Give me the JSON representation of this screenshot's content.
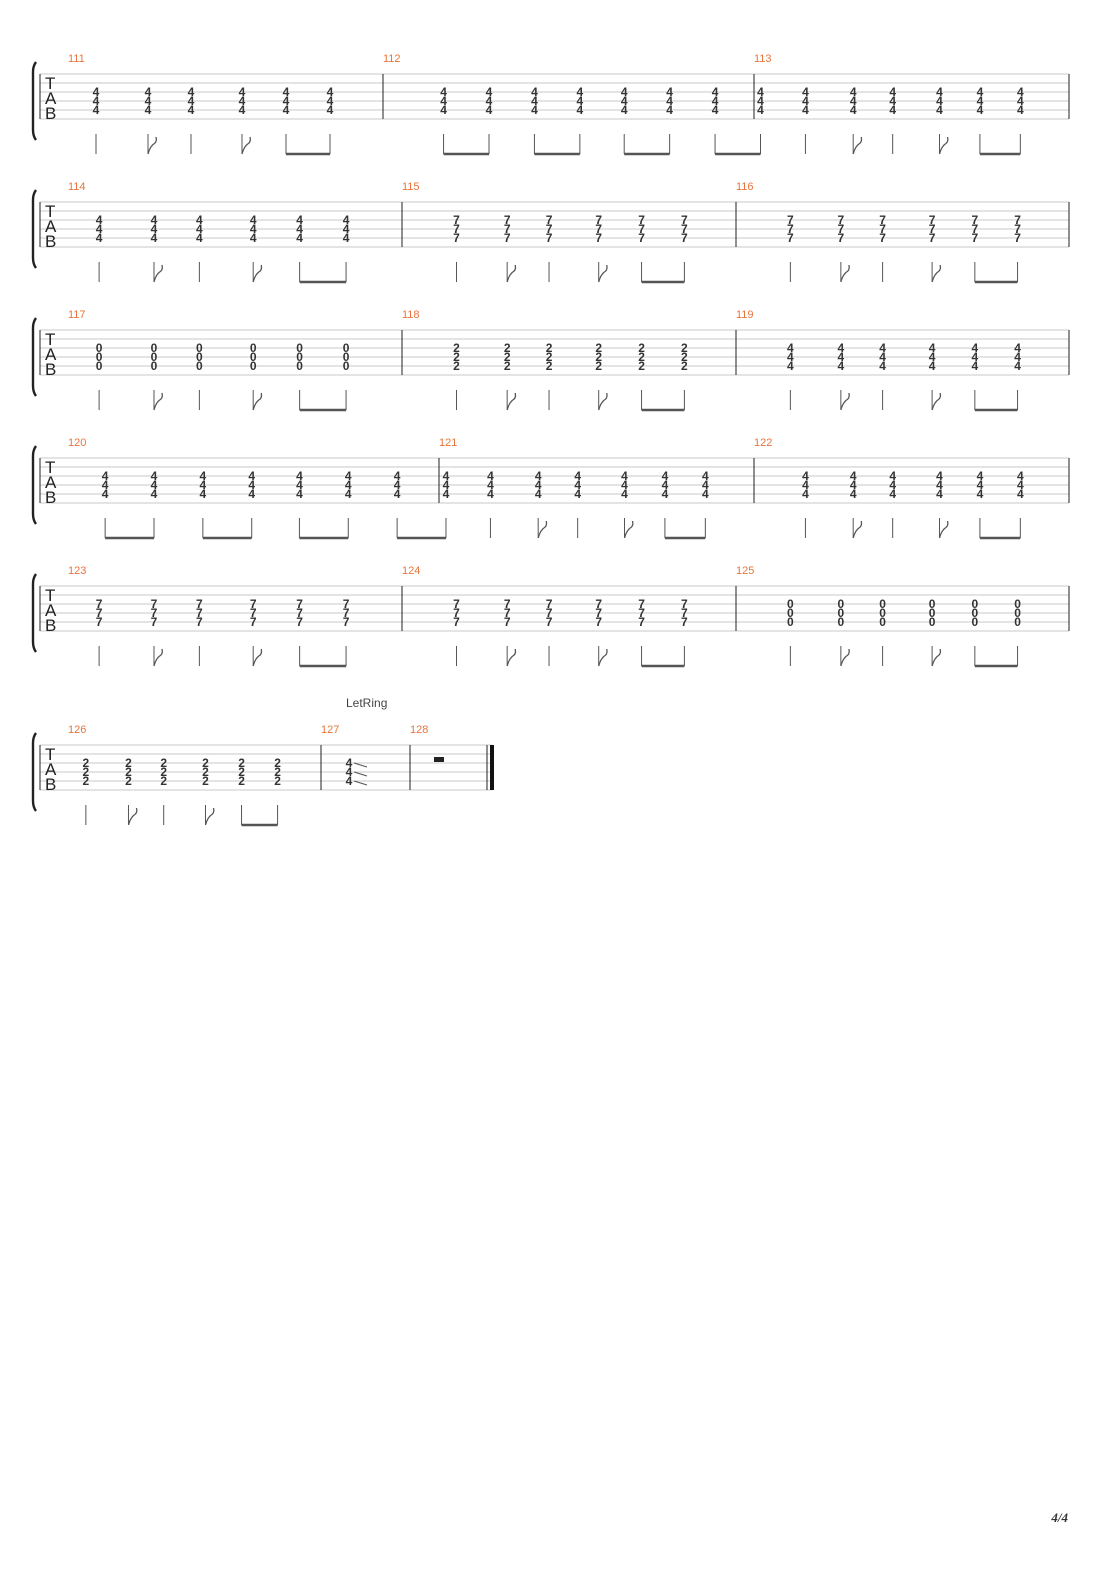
{
  "tab_label": [
    "T",
    "A",
    "B"
  ],
  "page_number": "4/4",
  "systems": [
    {
      "measures": [
        {
          "number": "111",
          "pattern": "A",
          "fret": "4"
        },
        {
          "number": "112",
          "pattern": "B",
          "fret": "4"
        },
        {
          "number": "113",
          "pattern": "A",
          "fret": "4"
        }
      ]
    },
    {
      "measures": [
        {
          "number": "114",
          "pattern": "A",
          "fret": "4"
        },
        {
          "number": "115",
          "pattern": "A",
          "fret": "7"
        },
        {
          "number": "116",
          "pattern": "A",
          "fret": "7"
        }
      ]
    },
    {
      "measures": [
        {
          "number": "117",
          "pattern": "A",
          "fret": "0"
        },
        {
          "number": "118",
          "pattern": "A",
          "fret": "2"
        },
        {
          "number": "119",
          "pattern": "A",
          "fret": "4"
        }
      ]
    },
    {
      "measures": [
        {
          "number": "120",
          "pattern": "B",
          "fret": "4"
        },
        {
          "number": "121",
          "pattern": "A",
          "fret": "4"
        },
        {
          "number": "122",
          "pattern": "A",
          "fret": "4"
        }
      ]
    },
    {
      "measures": [
        {
          "number": "123",
          "pattern": "A",
          "fret": "7"
        },
        {
          "number": "124",
          "pattern": "A",
          "fret": "7"
        },
        {
          "number": "125",
          "pattern": "A",
          "fret": "0"
        }
      ]
    },
    {
      "measures": [
        {
          "number": "126",
          "pattern": "A",
          "fret": "2"
        },
        {
          "number": "127",
          "pattern": "C",
          "fret": "4",
          "annotation": "LetRing"
        },
        {
          "number": "128",
          "pattern": "R",
          "fret": ""
        }
      ]
    }
  ]
}
